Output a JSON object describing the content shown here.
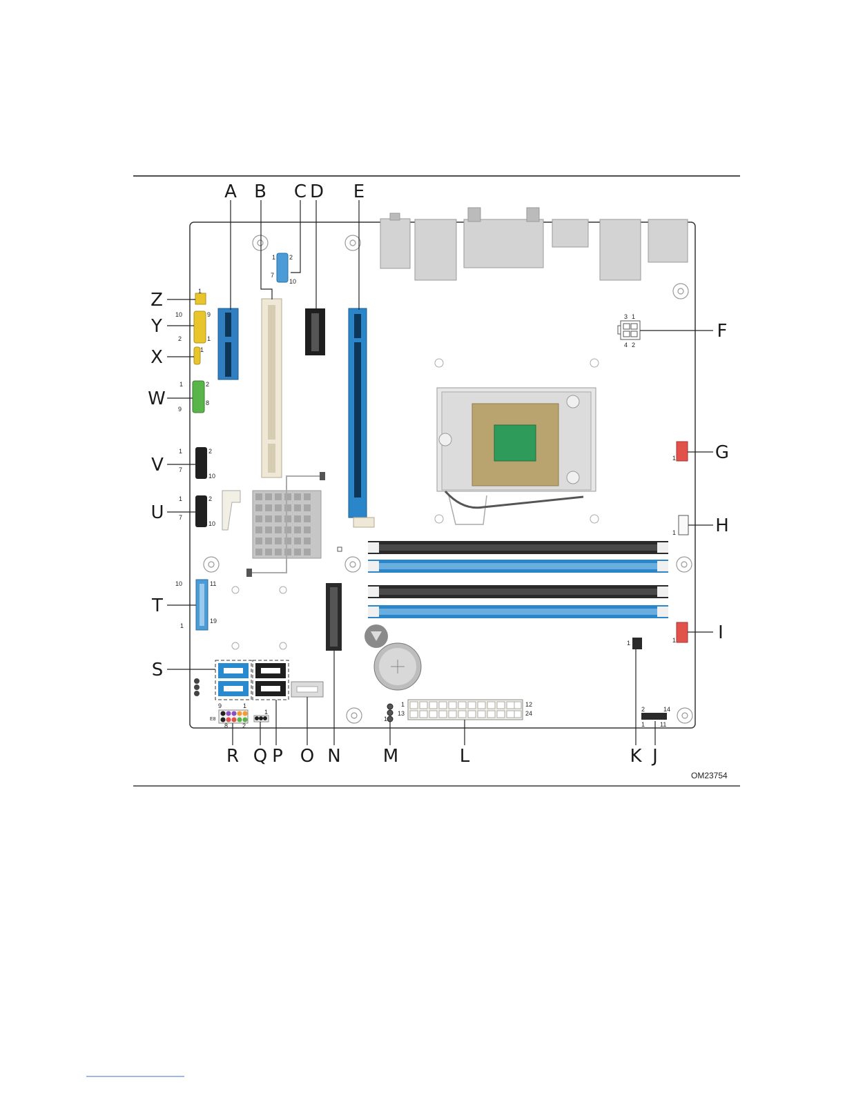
{
  "figure_id": "OM23754",
  "callout_letters": {
    "A": "A",
    "B": "B",
    "C": "C",
    "D": "D",
    "E": "E",
    "F": "F",
    "G": "G",
    "H": "H",
    "I": "I",
    "J": "J",
    "K": "K",
    "L": "L",
    "M": "M",
    "N": "N",
    "O": "O",
    "P": "P",
    "Q": "Q",
    "R": "R",
    "S": "S",
    "T": "T",
    "U": "U",
    "V": "V",
    "W": "W",
    "X": "X",
    "Y": "Y",
    "Z": "Z"
  },
  "pin_labels": {
    "c_1": "1",
    "c_2": "2",
    "c_7": "7",
    "c_10": "10",
    "z_1": "1",
    "y_10": "10",
    "y_9": "9",
    "y_2": "2",
    "y_1": "1",
    "x_1": "1",
    "w_1": "1",
    "w_2": "2",
    "w_8": "8",
    "w_9": "9",
    "v_1": "1",
    "v_2": "2",
    "v_7": "7",
    "v_10": "10",
    "u_1": "1",
    "u_2": "2",
    "u_7": "7",
    "u_10": "10",
    "t_10": "10",
    "t_11": "11",
    "t_19": "19",
    "t_1": "1",
    "f_3": "3",
    "f_1": "1",
    "f_4": "4",
    "f_2": "2",
    "g_1": "1",
    "h_1": "1",
    "i_1": "1",
    "k_1": "1",
    "j_2": "2",
    "j_14": "14",
    "j_1": "1",
    "j_11": "11",
    "l_1": "1",
    "l_13": "13",
    "l_12": "12",
    "l_24": "24",
    "m_1": "1",
    "r_9": "9",
    "r_1": "1",
    "r_8": "8",
    "r_2": "2",
    "r_e": "E8",
    "q_1": "1"
  },
  "colors": {
    "board_outline": "#333333",
    "pcie_blue": "#2f7fc1",
    "pci_cream": "#efe8d6",
    "connector_black": "#1f1f1f",
    "dimm_black": "#2a2a2a",
    "dimm_blue": "#2b86c9",
    "cpu_green": "#2e9b5a",
    "cpu_pads": "#b9a36e",
    "heatsink_gray": "#b8b8b8",
    "fan_red": "#e0524a",
    "header_yellow": "#e8c52a",
    "header_green": "#59b54a",
    "header_black": "#202020",
    "usb_blue": "#4b9bd6",
    "sata_blue": "#2a8ad0",
    "io_gray": "#c9c9c9"
  }
}
